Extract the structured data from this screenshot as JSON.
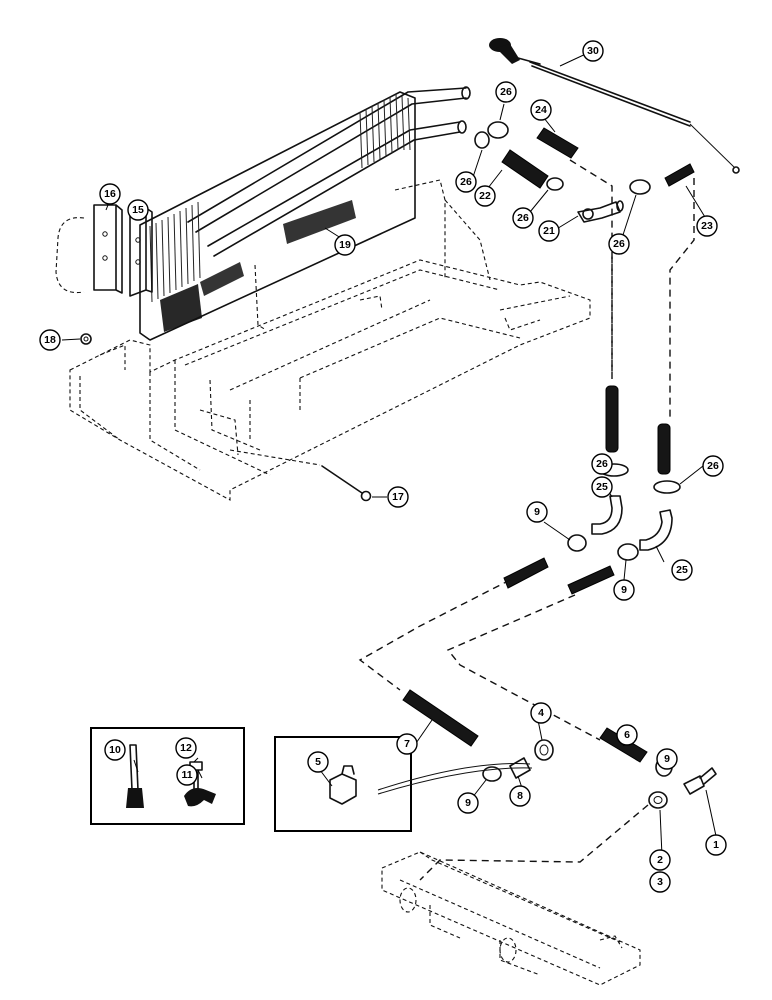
{
  "callouts": {
    "c1": "1",
    "c2": "2",
    "c3": "3",
    "c4": "4",
    "c5": "5",
    "c6": "6",
    "c7": "7",
    "c8": "8",
    "c9": "9",
    "c10": "10",
    "c11": "11",
    "c12": "12",
    "c15": "15",
    "c16": "16",
    "c17": "17",
    "c18": "18",
    "c19": "19",
    "c21": "21",
    "c22": "22",
    "c23": "23",
    "c24": "24",
    "c25": "25",
    "c26": "26",
    "c30": "30"
  }
}
